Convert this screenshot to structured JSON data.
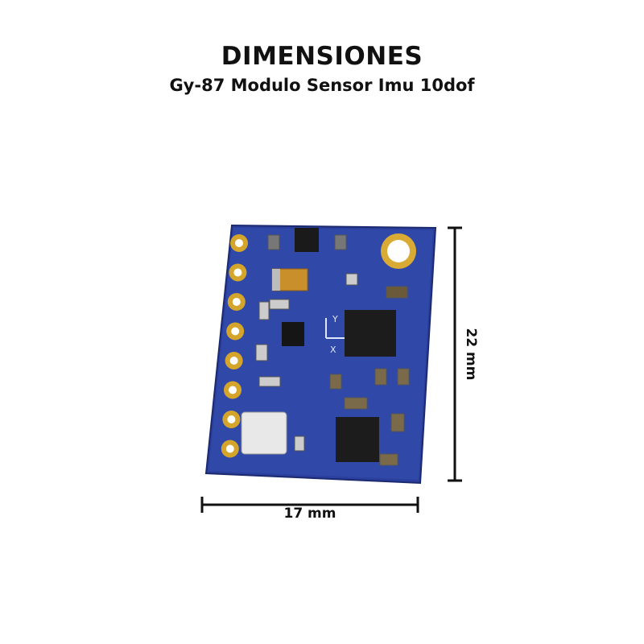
{
  "header": {
    "title": "DIMENSIONES",
    "subtitle": "Gy-87 Modulo Sensor Imu 10dof"
  },
  "dimensions": {
    "width_label": "17 mm",
    "height_label": "22 mm"
  },
  "board": {
    "axis_y": "Y",
    "axis_x": "X",
    "pin_count": 8,
    "pcb_color": "#2a3f9e",
    "pad_color": "#d4a52a"
  }
}
